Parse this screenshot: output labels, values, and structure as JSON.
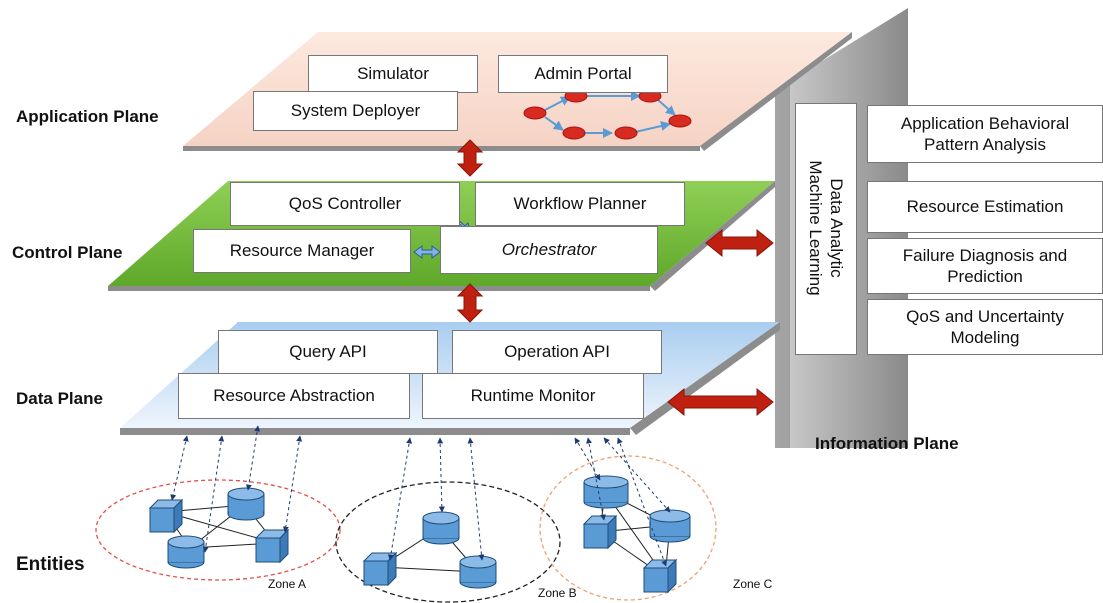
{
  "planes": {
    "application": "Application Plane",
    "control": "Control Plane",
    "data": "Data Plane",
    "entities": "Entities",
    "information": "Information Plane"
  },
  "application_plane": {
    "simulator": "Simulator",
    "admin_portal": "Admin Portal",
    "system_deployer": "System Deployer"
  },
  "control_plane": {
    "qos_controller": "QoS Controller",
    "workflow_planner": "Workflow Planner",
    "resource_manager": "Resource Manager",
    "orchestrator": "Orchestrator"
  },
  "data_plane": {
    "query_api": "Query API",
    "operation_api": "Operation API",
    "resource_abstraction": "Resource Abstraction",
    "runtime_monitor": "Runtime Monitor"
  },
  "information_plane": {
    "data_analytic_line1": "Data Analytic",
    "data_analytic_line2": "Machine Learning",
    "items": [
      {
        "line1": "Application Behavioral",
        "line2": "Pattern Analysis"
      },
      {
        "line1": "Resource Estimation",
        "line2": ""
      },
      {
        "line1": "Failure Diagnosis and",
        "line2": "Prediction"
      },
      {
        "line1": "QoS and Uncertainty",
        "line2": "Modeling"
      }
    ]
  },
  "zones": {
    "a": "Zone A",
    "b": "Zone B",
    "c": "Zone C"
  },
  "colors": {
    "application_plane": "#f9ddd0",
    "control_plane": "#7cc142",
    "data_plane": "#c9def5",
    "info_plane": "#9a9a9a",
    "arrow_red": "#c0200f",
    "entity_blue": "#5b9bd5",
    "shadow": "#8c8c8c"
  }
}
